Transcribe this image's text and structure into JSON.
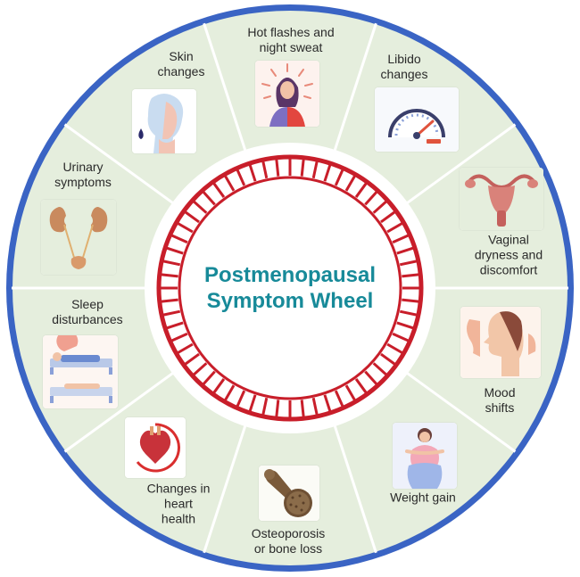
{
  "title": {
    "line1": "Postmenopausal",
    "line2": "Symptom Wheel"
  },
  "colors": {
    "outer_ring": "#3a64c4",
    "segment_fill": "#e5eedd",
    "divider": "#ffffff",
    "inner_ring": "#c81e2a",
    "title_text": "#178a99"
  },
  "segments": [
    {
      "id": "hot-flashes",
      "label": "Hot flashes and\nnight sweat",
      "icon": "hot-flash-woman-icon"
    },
    {
      "id": "libido",
      "label": "Libido\nchanges",
      "icon": "speedometer-icon"
    },
    {
      "id": "vaginal",
      "label": "Vaginal\ndryness and\ndiscomfort",
      "icon": "uterus-icon"
    },
    {
      "id": "mood",
      "label": "Mood\nshifts",
      "icon": "mood-faces-icon"
    },
    {
      "id": "weight",
      "label": "Weight gain",
      "icon": "weight-gain-woman-icon"
    },
    {
      "id": "bone",
      "label": "Osteoporosis\nor bone loss",
      "icon": "bone-icon"
    },
    {
      "id": "heart",
      "label": "Changes in\nheart\nhealth",
      "icon": "heart-icon"
    },
    {
      "id": "sleep",
      "label": "Sleep\ndisturbances",
      "icon": "bed-icon"
    },
    {
      "id": "urinary",
      "label": "Urinary\nsymptoms",
      "icon": "kidneys-icon"
    },
    {
      "id": "skin",
      "label": "Skin\nchanges",
      "icon": "aging-face-icon"
    }
  ]
}
